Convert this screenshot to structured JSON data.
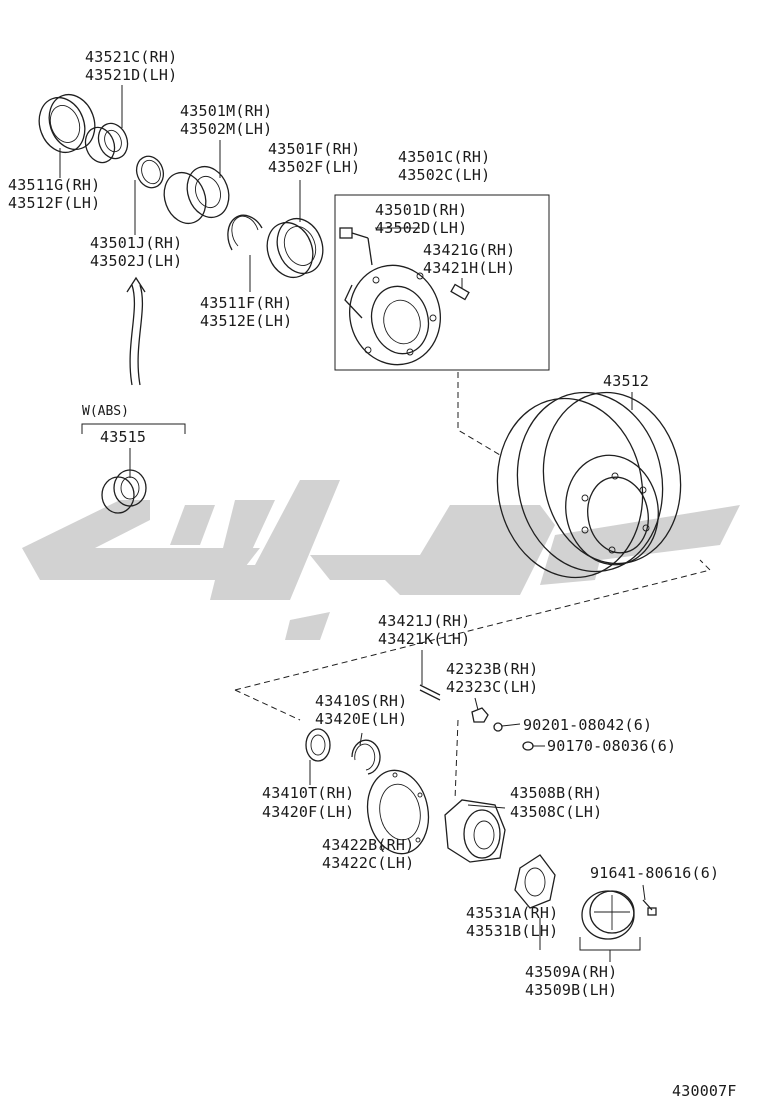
{
  "diagram": {
    "labels": {
      "l43521": [
        "43521C(RH)",
        "43521D(LH)"
      ],
      "l43501m": [
        "43501M(RH)",
        "43502M(LH)"
      ],
      "l43501f": [
        "43501F(RH)",
        "43502F(LH)"
      ],
      "l43501c": [
        "43501C(RH)",
        "43502C(LH)"
      ],
      "l43511g": [
        "43511G(RH)",
        "43512F(LH)"
      ],
      "l43501d": [
        "43501D(RH)",
        "43502D(LH)"
      ],
      "l43421g": [
        "43421G(RH)",
        "43421H(LH)"
      ],
      "l43501j": [
        "43501J(RH)",
        "43502J(LH)"
      ],
      "l43511f": [
        "43511F(RH)",
        "43512E(LH)"
      ],
      "l43512": [
        "43512"
      ],
      "labs": [
        "W(ABS)"
      ],
      "l43515": [
        "43515"
      ],
      "l43421j": [
        "43421J(RH)",
        "43421K(LH)"
      ],
      "l42323b": [
        "42323B(RH)",
        "42323C(LH)"
      ],
      "l43410s": [
        "43410S(RH)",
        "43420E(LH)"
      ],
      "l90201": [
        "90201-08042(6)"
      ],
      "l90170": [
        "90170-08036(6)"
      ],
      "l43410t": [
        "43410T(RH)",
        "43420F(LH)"
      ],
      "l43508b": [
        "43508B(RH)",
        "43508C(LH)"
      ],
      "l43422b": [
        "43422B(RH)",
        "43422C(LH)"
      ],
      "l91641": [
        "91641-80616(6)"
      ],
      "l43531a": [
        "43531A(RH)",
        "43531B(LH)"
      ],
      "l43509a": [
        "43509A(RH)",
        "43509B(LH)"
      ],
      "lcode": [
        "430007F"
      ]
    }
  }
}
